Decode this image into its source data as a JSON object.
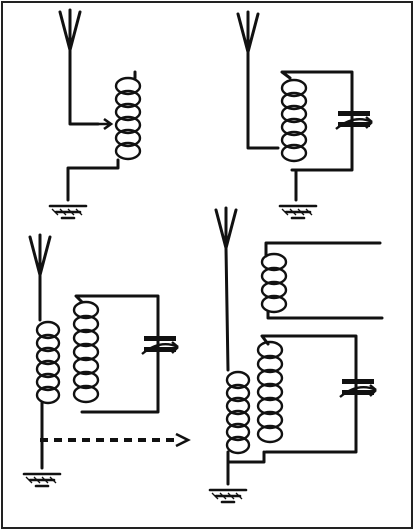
{
  "diagram": {
    "panels": [
      {
        "id": "panel-top-left",
        "components": [
          "antenna",
          "coil",
          "arrow-tap",
          "ground"
        ]
      },
      {
        "id": "panel-top-right",
        "components": [
          "antenna",
          "coil",
          "variable-capacitor",
          "ground"
        ]
      },
      {
        "id": "panel-bottom-left",
        "components": [
          "antenna",
          "primary-coil",
          "secondary-coil",
          "variable-capacitor",
          "dashed-arrow",
          "ground"
        ]
      },
      {
        "id": "panel-bottom-right",
        "components": [
          "antenna",
          "primary-coil",
          "secondary-coil",
          "variable-capacitor",
          "output-coil",
          "ground"
        ]
      }
    ],
    "stroke_color": "#111111",
    "background": "#ffffff"
  }
}
